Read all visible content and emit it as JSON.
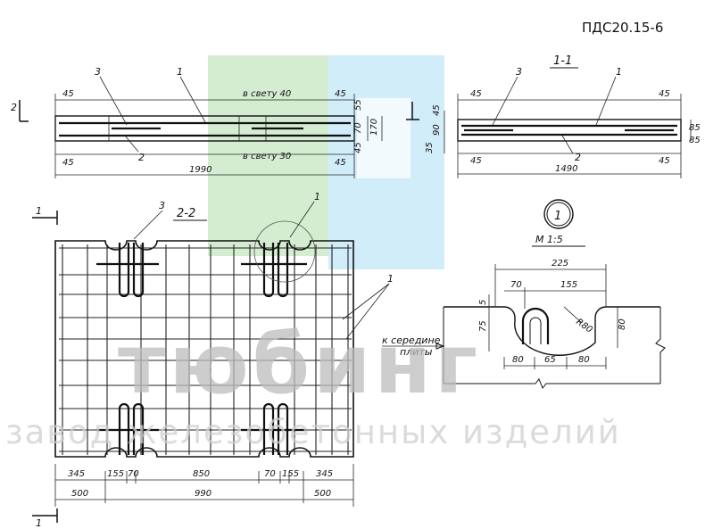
{
  "document": {
    "code": "ПДС20.15-6",
    "watermark_main": "тюбинг",
    "watermark_sub": "завод железобетонных изделий",
    "watermark_colors": [
      "#9fd89a",
      "#a6dcf5",
      "#bdbdbd"
    ]
  },
  "top_view": {
    "section_ref": "2",
    "callout_1": "1",
    "callout_2": "2",
    "callout_3": "3",
    "dim_45_tl": "45",
    "dim_45_tr": "45",
    "dim_45_bl": "45",
    "dim_45_br": "45",
    "clear_top": "в свету 40",
    "clear_bottom": "в свету 30",
    "dim_55": "55",
    "dim_70": "70",
    "dim_170": "170",
    "dim_45_side": "45",
    "overall": "1990"
  },
  "section_1_1": {
    "title": "1-1",
    "callout_1": "1",
    "callout_2": "2",
    "callout_3": "3",
    "dim_45_tl": "45",
    "dim_45_tr": "45",
    "dim_45_bl": "45",
    "dim_45_br": "45",
    "dim_45_left": "45",
    "dim_90": "90",
    "dim_35": "35",
    "dim_85_top": "85",
    "dim_85_bot": "85",
    "overall": "1490"
  },
  "section_2_2": {
    "title": "2-2",
    "section_ref_top": "1",
    "section_ref_bottom": "1",
    "callout_1": "1",
    "callout_3": "3",
    "callout_mesh": "1",
    "bottom_dims_row1": [
      "345",
      "155",
      "70",
      "850",
      "70",
      "155",
      "345"
    ],
    "bottom_dims_row2": [
      "500",
      "990",
      "500"
    ]
  },
  "detail_1": {
    "number": "1",
    "scale": "М 1:5",
    "dim_225": "225",
    "dim_70": "70",
    "dim_155": "155",
    "dim_5": "5",
    "radius": "R80",
    "dim_75": "75",
    "dim_80_right": "80",
    "note_line1": "к середине",
    "note_line2": "плиты",
    "bottom_dims": [
      "80",
      "65",
      "80"
    ]
  }
}
